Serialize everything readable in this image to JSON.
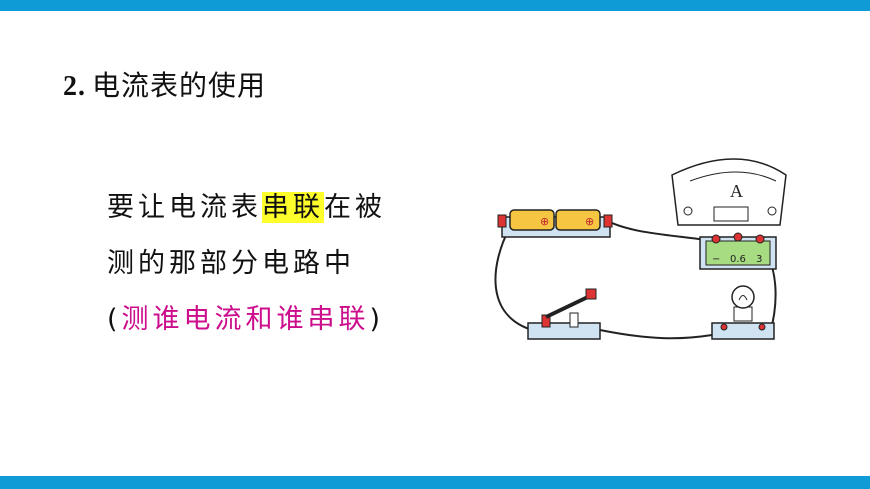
{
  "header": {
    "number": "2.",
    "title": "电流表的使用"
  },
  "content": {
    "part1": "要让电流表",
    "highlight": "串联",
    "part2": "在被测的那部分电路中",
    "open_paren": "(",
    "pink": "测谁电流和谁串联",
    "close_paren": ")"
  },
  "diagram": {
    "ammeter_symbol": "A",
    "terminal_minus": "−",
    "terminal_06": "0.6",
    "terminal_3": "3",
    "battery_mark": "⊕"
  },
  "colors": {
    "bar": "#0e9bd6",
    "highlight": "#ffff2b",
    "pink": "#cc0d8c"
  }
}
